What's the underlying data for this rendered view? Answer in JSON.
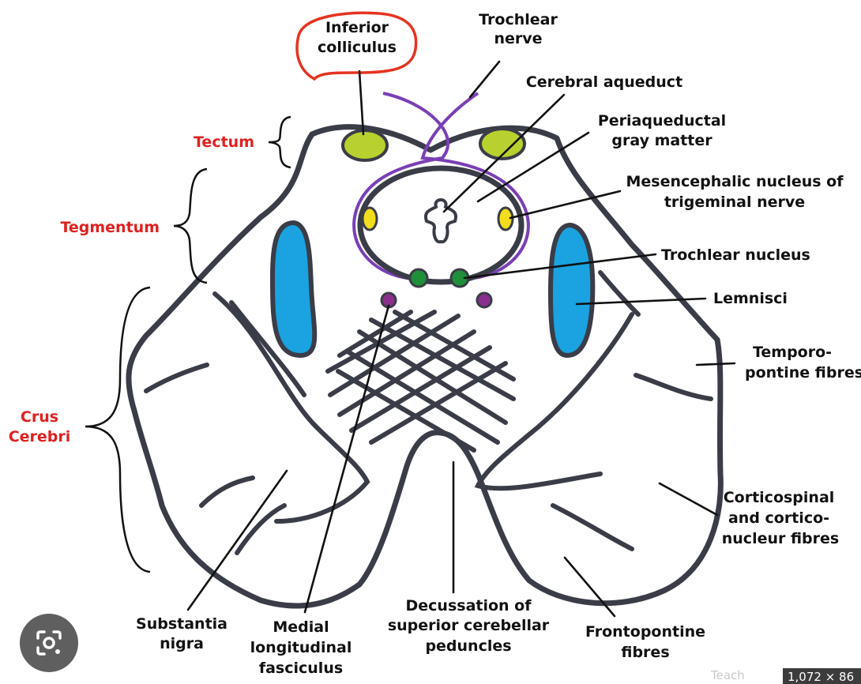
{
  "colors": {
    "outline": "#3a3d47",
    "colliculus": "#b8d12e",
    "lemnisci": "#1aa3e0",
    "trochlear_nerve": "#7a3fb5",
    "nucleus_green": "#1f8f3a",
    "mlf_purple": "#8a2f8e",
    "mesencephalic_yellow": "#f2dd1c",
    "annotation_red": "#e53320",
    "region_label": "#e02020"
  },
  "labels": {
    "inferior_colliculus": [
      "Inferior",
      "colliculus"
    ],
    "trochlear_nerve": [
      "Trochlear",
      "nerve"
    ],
    "cerebral_aqueduct": "Cerebral aqueduct",
    "periaqueductal_gray": [
      "Periaqueductal",
      "gray matter"
    ],
    "mesencephalic_nucleus": [
      "Mesencephalic nucleus of",
      "trigeminal nerve"
    ],
    "trochlear_nucleus": "Trochlear nucleus",
    "lemnisci": "Lemnisci",
    "temporopontine": [
      "Temporo-",
      "pontine fibres"
    ],
    "corticospinal": [
      "Corticospinal",
      "and cortico-",
      "nucleur fibres"
    ],
    "frontopontine": [
      "Frontopontine",
      "fibres"
    ],
    "decussation": [
      "Decussation of",
      "superior cerebellar",
      "peduncles"
    ],
    "mlf": [
      "Medial",
      "longitudinal",
      "fasciculus"
    ],
    "substantia_nigra": [
      "Substantia",
      "nigra"
    ]
  },
  "regions": {
    "tectum": "Tectum",
    "tegmentum": "Tegmentum",
    "crus_cerebri": [
      "Crus",
      "Cerebri"
    ]
  },
  "overlay": {
    "lens_icon": "google-lens-icon",
    "source_text": "Teach",
    "size_text": "1,072 × 86"
  }
}
